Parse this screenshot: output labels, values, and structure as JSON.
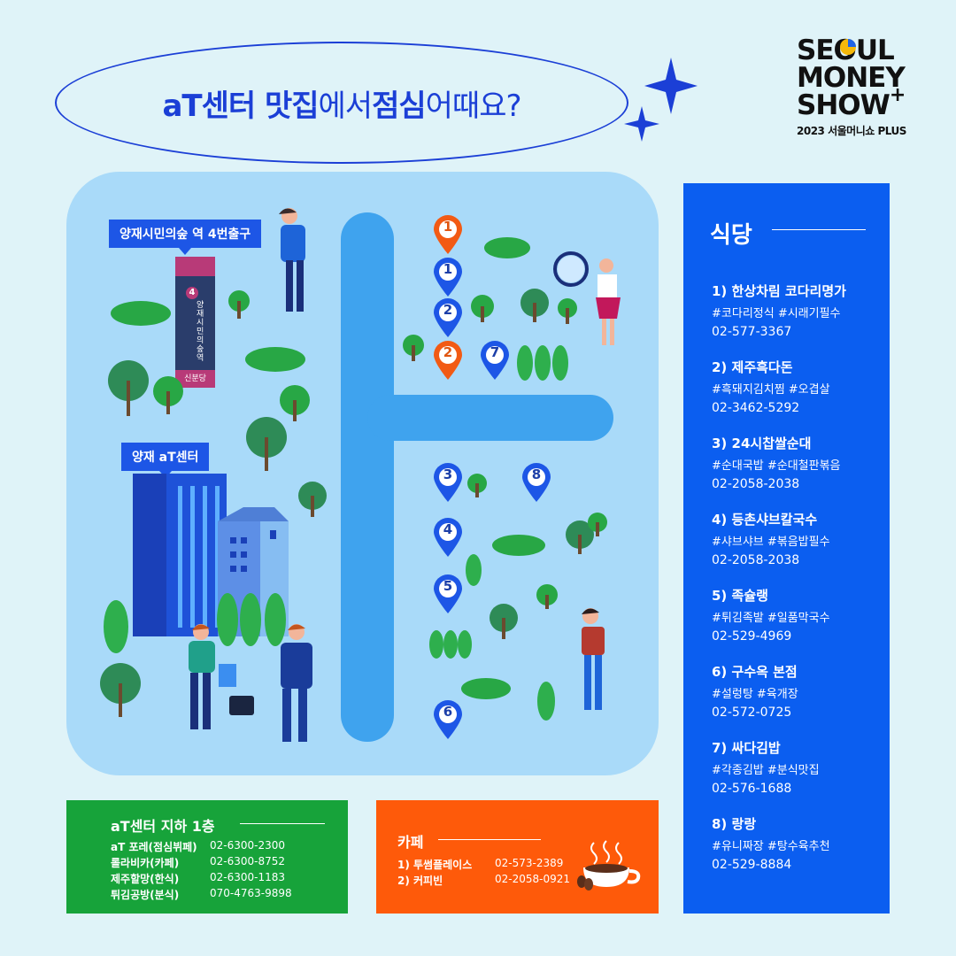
{
  "title": {
    "part1": "aT센터 맛집",
    "part2": "에서 ",
    "part3": "점심",
    "part4": " 어때요?"
  },
  "logo": {
    "line1": "SEOUL",
    "line2": "MONEY",
    "line3": "SHOW",
    "plus": "+",
    "sub": "2023 서울머니쇼 PLUS"
  },
  "map": {
    "subway_label": "양재시민의숲 역 4번출구",
    "station_sign": {
      "number": "4",
      "name": "양재시민의숲역",
      "line": "신분당"
    },
    "building_label": "양재 aT센터",
    "pins": [
      {
        "label": "1",
        "color": "orange"
      },
      {
        "label": "1",
        "color": "blue"
      },
      {
        "label": "2",
        "color": "blue"
      },
      {
        "label": "2",
        "color": "orange"
      },
      {
        "label": "7",
        "color": "blue"
      },
      {
        "label": "3",
        "color": "blue"
      },
      {
        "label": "8",
        "color": "blue"
      },
      {
        "label": "4",
        "color": "blue"
      },
      {
        "label": "5",
        "color": "blue"
      },
      {
        "label": "6",
        "color": "blue"
      }
    ]
  },
  "restaurants": {
    "heading": "식당",
    "items": [
      {
        "name": "1) 한상차림 코다리명가",
        "tags": "#코다리정식 #시래기필수",
        "phone": "02-577-3367"
      },
      {
        "name": "2) 제주흑다돈",
        "tags": "#흑돼지김치찜 #오겹살",
        "phone": "02-3462-5292"
      },
      {
        "name": "3) 24시찹쌀순대",
        "tags": "#순대국밥 #순대철판볶음",
        "phone": "02-2058-2038"
      },
      {
        "name": "4) 등촌샤브칼국수",
        "tags": "#샤브샤브 #볶음밥필수",
        "phone": "02-2058-2038"
      },
      {
        "name": "5) 족슐랭",
        "tags": "#튀김족발 #일품막국수",
        "phone": "02-529-4969"
      },
      {
        "name": "6) 구수옥 본점",
        "tags": "#설렁탕 #육개장",
        "phone": "02-572-0725"
      },
      {
        "name": "7) 싸다김밥",
        "tags": "#각종김밥 #분식맛집",
        "phone": "02-576-1688"
      },
      {
        "name": "8) 랑랑",
        "tags": "#유니짜장 #탕수육추천",
        "phone": "02-529-8884"
      }
    ]
  },
  "basement": {
    "heading": "aT센터 지하 1층",
    "rows": [
      {
        "name": "aT 포레(점심뷔페)",
        "phone": "02-6300-2300"
      },
      {
        "name": "롤라비카(카페)",
        "phone": "02-6300-8752"
      },
      {
        "name": "제주할망(한식)",
        "phone": "02-6300-1183"
      },
      {
        "name": "튀김공방(분식)",
        "phone": "070-4763-9898"
      }
    ]
  },
  "cafe": {
    "heading": "카페",
    "rows": [
      {
        "name": "1)  투썸플레이스",
        "phone": "02-573-2389"
      },
      {
        "name": "2) 커피빈",
        "phone": "02-2058-0921"
      }
    ]
  },
  "colors": {
    "background": "#dff3f8",
    "map": "#a9daf9",
    "road": "#3fa3ee",
    "accent_blue": "#0b5ef0",
    "green": "#17a33a",
    "orange": "#fe5a0a"
  }
}
